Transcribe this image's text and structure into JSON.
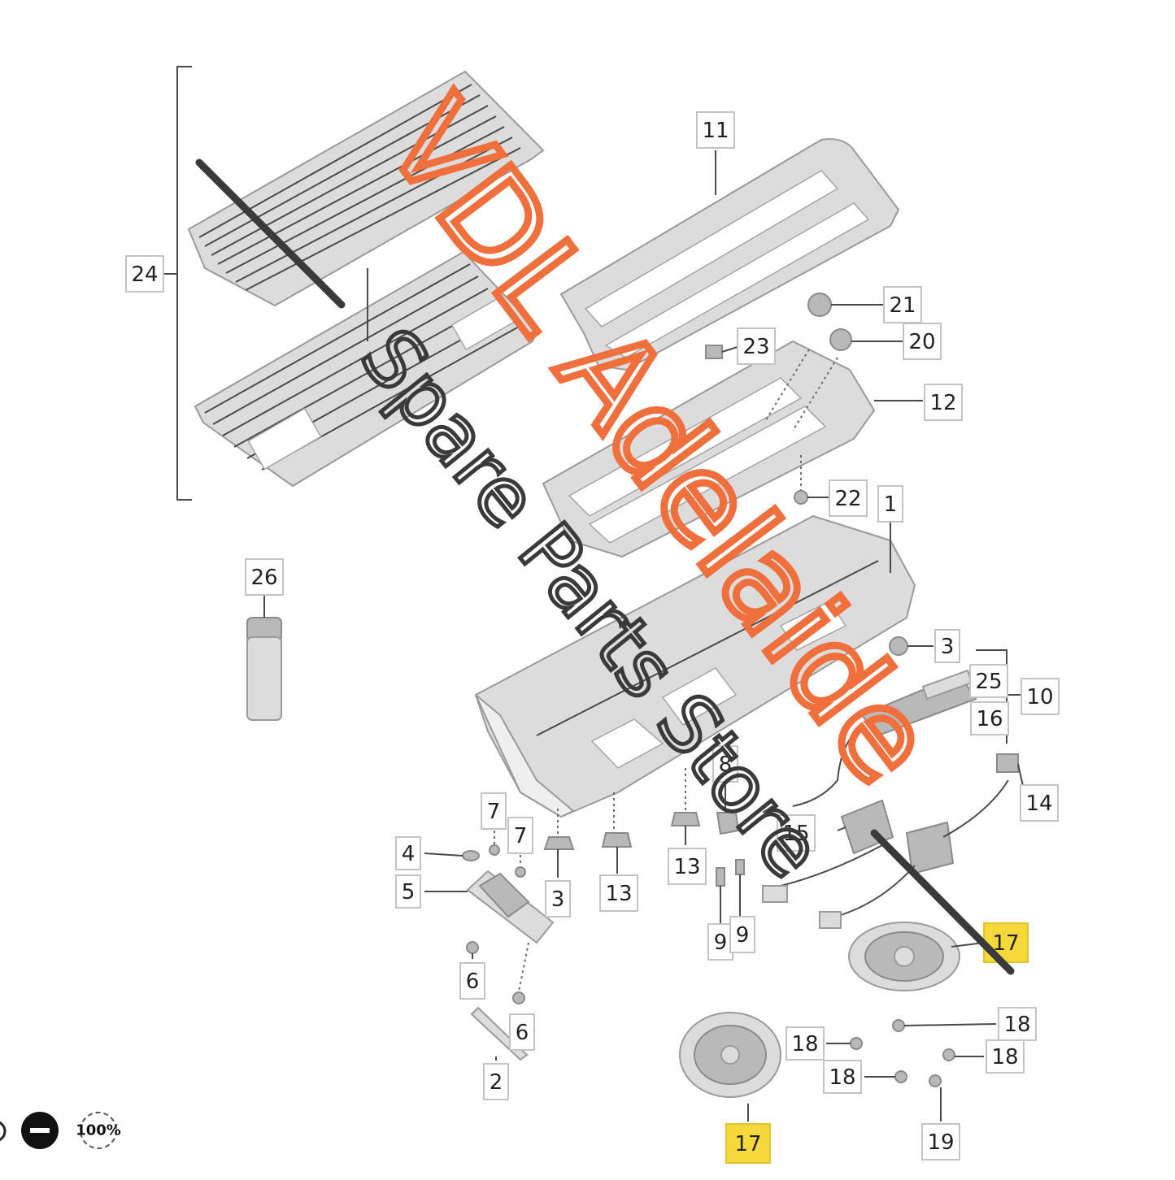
{
  "diagram": {
    "callouts": [
      {
        "id": "c24",
        "label": "24",
        "highlight": false
      },
      {
        "id": "c11",
        "label": "11",
        "highlight": false
      },
      {
        "id": "c21",
        "label": "21",
        "highlight": false
      },
      {
        "id": "c20",
        "label": "20",
        "highlight": false
      },
      {
        "id": "c23",
        "label": "23",
        "highlight": false
      },
      {
        "id": "c12",
        "label": "12",
        "highlight": false
      },
      {
        "id": "c22",
        "label": "22",
        "highlight": false
      },
      {
        "id": "c1",
        "label": "1",
        "highlight": false
      },
      {
        "id": "c26",
        "label": "26",
        "highlight": false
      },
      {
        "id": "c3a",
        "label": "3",
        "highlight": false
      },
      {
        "id": "c25",
        "label": "25",
        "highlight": false
      },
      {
        "id": "c10",
        "label": "10",
        "highlight": false
      },
      {
        "id": "c16",
        "label": "16",
        "highlight": false
      },
      {
        "id": "c14",
        "label": "14",
        "highlight": false
      },
      {
        "id": "c8",
        "label": "8",
        "highlight": false
      },
      {
        "id": "c15",
        "label": "15",
        "highlight": false
      },
      {
        "id": "c7a",
        "label": "7",
        "highlight": false
      },
      {
        "id": "c7b",
        "label": "7",
        "highlight": false
      },
      {
        "id": "c4",
        "label": "4",
        "highlight": false
      },
      {
        "id": "c13a",
        "label": "13",
        "highlight": false
      },
      {
        "id": "c13b",
        "label": "13",
        "highlight": false
      },
      {
        "id": "c5",
        "label": "5",
        "highlight": false
      },
      {
        "id": "c3b",
        "label": "3",
        "highlight": false
      },
      {
        "id": "c9a",
        "label": "9",
        "highlight": false
      },
      {
        "id": "c9b",
        "label": "9",
        "highlight": false
      },
      {
        "id": "c17a",
        "label": "17",
        "highlight": true
      },
      {
        "id": "c6a",
        "label": "6",
        "highlight": false
      },
      {
        "id": "c6b",
        "label": "6",
        "highlight": false
      },
      {
        "id": "c18a",
        "label": "18",
        "highlight": false
      },
      {
        "id": "c18b",
        "label": "18",
        "highlight": false
      },
      {
        "id": "c18c",
        "label": "18",
        "highlight": false
      },
      {
        "id": "c18d",
        "label": "18",
        "highlight": false
      },
      {
        "id": "c2",
        "label": "2",
        "highlight": false
      },
      {
        "id": "c19",
        "label": "19",
        "highlight": false
      },
      {
        "id": "c17b",
        "label": "17",
        "highlight": true
      }
    ],
    "highlight_color": "#f5d83c"
  },
  "watermark": {
    "line1": "VDL Adelaide",
    "line2": "Spare Parts Store",
    "line1_color": "#ef6f3d",
    "line2_color": "#3a3a3a"
  },
  "zoom_controls": {
    "zoom_out_icon": "minus-circle-icon",
    "reset_label": "100%"
  }
}
